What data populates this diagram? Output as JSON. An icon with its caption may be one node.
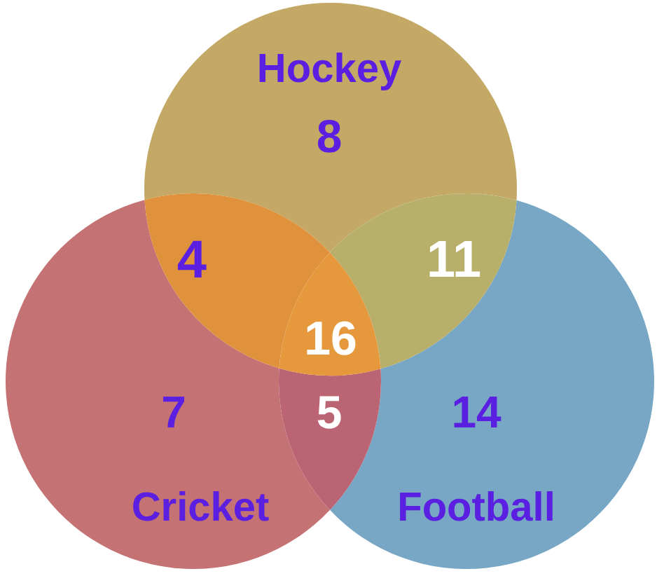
{
  "diagram": {
    "nodes": [
      {
        "text": [
          "Hockey",
          "8"
        ]
      },
      {
        "text": [
          "7",
          "Cricket"
        ]
      },
      {
        "text": [
          "14",
          "Football"
        ]
      }
    ],
    "labels": [
      "4",
      "11",
      "16",
      "5"
    ]
  }
}
